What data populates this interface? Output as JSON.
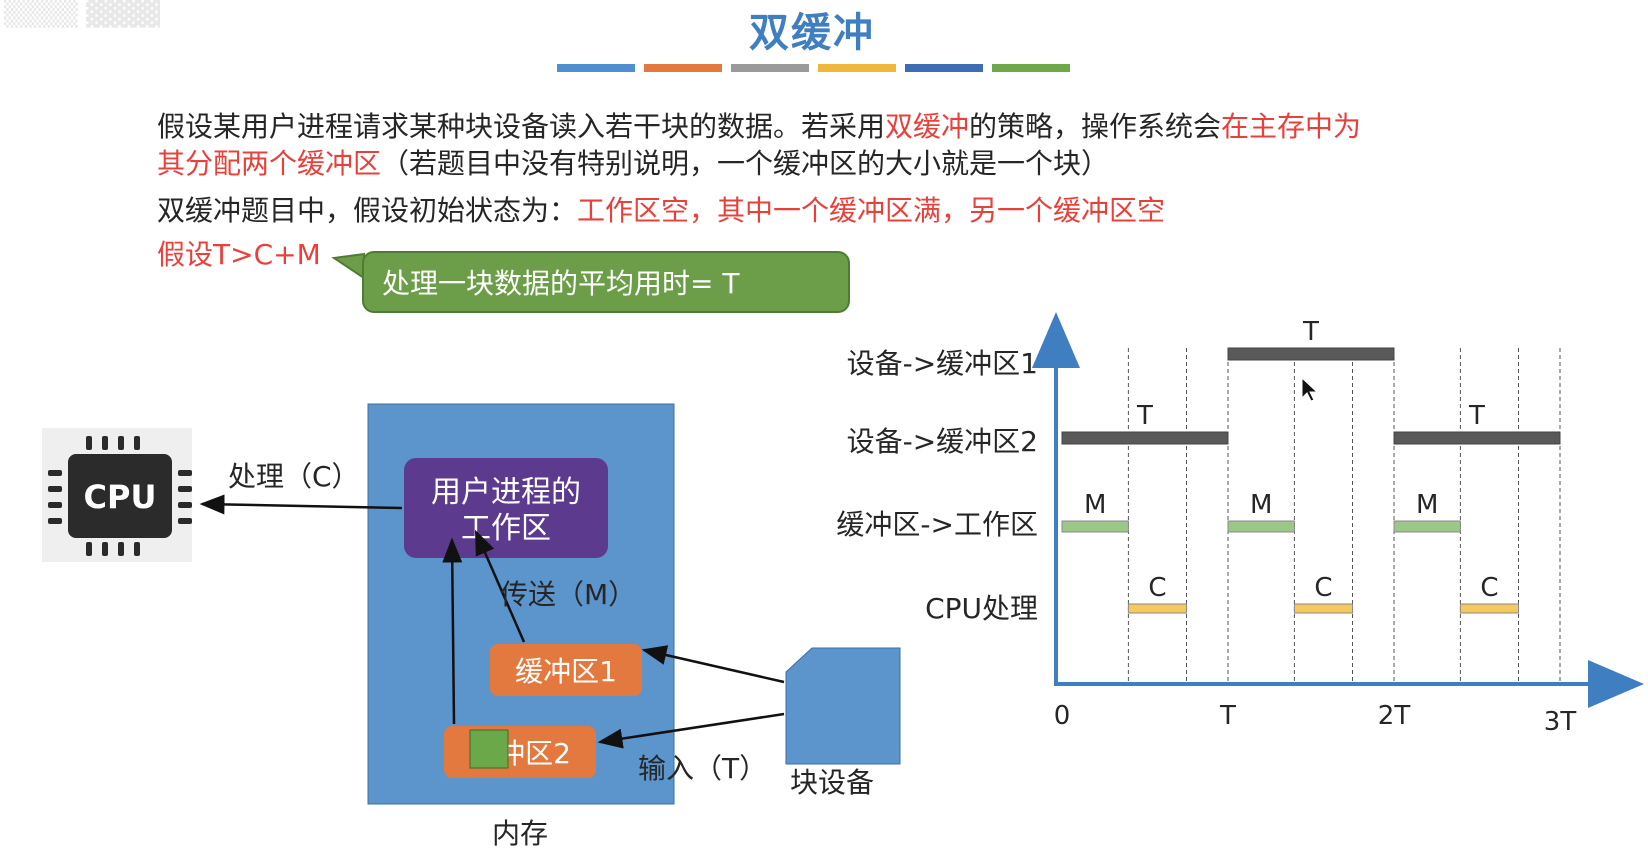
{
  "title": "双缓冲",
  "colors": {
    "title": "#3f7ec1",
    "accent_red": "#e8413b",
    "memory_block": "#5b95cc",
    "work_area": "#5c3a8e",
    "buffer": "#e3793f",
    "device": "#5b95cc",
    "callout": "#6c9d49",
    "bar_T": "#595959",
    "bar_M": "#9dc689",
    "bar_C": "#f5c95c",
    "color_bar": [
      "#4f8fd0",
      "#e3793f",
      "#9a9a9a",
      "#f0b83a",
      "#3f6db3",
      "#6fa84a"
    ]
  },
  "paragraph1": {
    "p1": "假设某用户进程请求某种块设备读入若干块的数据。若采用",
    "p2": "双缓冲",
    "p3": "的策略，操作系统会",
    "p4": "在主存中为",
    "p5": "其分配两个缓冲区",
    "p6": "（若题目中没有特别说明，一个缓冲区的大小就是一个块）"
  },
  "paragraph2": {
    "p1": "双缓冲题目中，假设初始状态为：",
    "p2": "工作区空，其中一个缓冲区满，另一个缓冲区空"
  },
  "assumption": "假设T>C+M",
  "callout": "处理一块数据的平均用时= T",
  "diagram": {
    "cpu_label": "CPU",
    "process_label": "处理（C）",
    "work_area_line1": "用户进程的",
    "work_area_line2": "工作区",
    "transfer_label": "传送（M）",
    "buffer1_label": "缓冲区1",
    "buffer2_label": "缓冲区2",
    "input_label": "输入（T）",
    "device_label": "块设备",
    "memory_label": "内存"
  },
  "timeline": {
    "rows": [
      "设备->缓冲区1",
      "设备->缓冲区2",
      "缓冲区->工作区",
      "CPU处理"
    ],
    "x_ticks": [
      "0",
      "T",
      "2T",
      "3T"
    ],
    "bars": [
      {
        "row": 0,
        "start": 1.0,
        "end": 2.0,
        "label": "T",
        "kind": "T"
      },
      {
        "row": 1,
        "start": 0.0,
        "end": 1.0,
        "label": "T",
        "kind": "T"
      },
      {
        "row": 1,
        "start": 2.0,
        "end": 3.0,
        "label": "T",
        "kind": "T"
      },
      {
        "row": 2,
        "start": 0.0,
        "end": 0.4,
        "label": "M",
        "kind": "M"
      },
      {
        "row": 2,
        "start": 1.0,
        "end": 1.4,
        "label": "M",
        "kind": "M"
      },
      {
        "row": 2,
        "start": 2.0,
        "end": 2.4,
        "label": "M",
        "kind": "M"
      },
      {
        "row": 3,
        "start": 0.4,
        "end": 0.75,
        "label": "C",
        "kind": "C"
      },
      {
        "row": 3,
        "start": 1.4,
        "end": 1.75,
        "label": "C",
        "kind": "C"
      },
      {
        "row": 3,
        "start": 2.4,
        "end": 2.75,
        "label": "C",
        "kind": "C"
      }
    ]
  }
}
